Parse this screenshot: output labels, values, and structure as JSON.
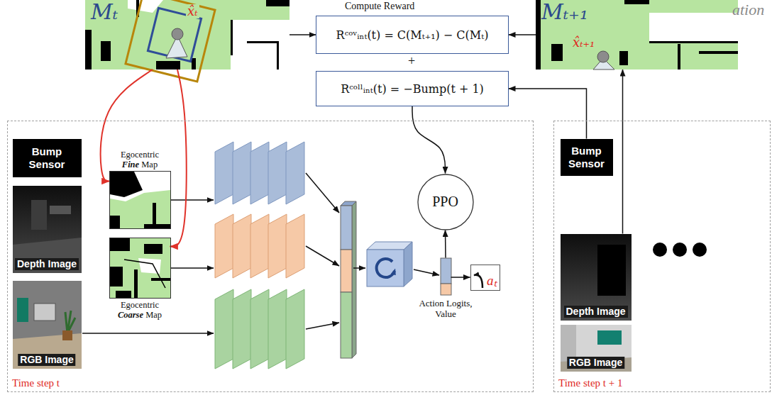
{
  "diagram": {
    "nodes": [
      {
        "text": [
          "Mₜ",
          "x̂ₜ"
        ]
      },
      {
        "text": [
          "Compute Reward",
          "Rᶜᵒᵛᵢₙₜ(t) = C(Mₜ₊₁) − C(Mₜ)"
        ]
      },
      {
        "text": [
          "Rᶜᵒˡˡᵢₙₜ(t) = −Bump(t + 1)"
        ]
      },
      {
        "text": [
          "Mₜ₊₁",
          "x̂ₜ₊₁"
        ]
      },
      {
        "text": [
          "Time step t"
        ]
      },
      {
        "text": [
          "Bump Sensor"
        ],
        "in": 4
      },
      {
        "text": [
          "Depth Image"
        ],
        "in": 4
      },
      {
        "text": [
          "RGB Image"
        ],
        "in": 4
      },
      {
        "text": [
          "Egocentric Fine Map"
        ],
        "in": 4
      },
      {
        "text": [
          "Egocentric Coarse Map"
        ],
        "in": 4
      },
      {
        "text": [
          "PPO"
        ],
        "in": 4
      },
      {
        "text": [
          "Action Logits, Value"
        ],
        "in": 4
      },
      {
        "text": [
          "aₜ"
        ],
        "in": 4
      },
      {
        "text": [
          "Time step t + 1"
        ]
      },
      {
        "text": [
          "Bump Sensor"
        ],
        "in": 13
      },
      {
        "text": [
          "Depth Image"
        ],
        "in": 13
      },
      {
        "text": [
          "RGB Image"
        ],
        "in": 13
      }
    ],
    "edges": [
      {
        "from": 0,
        "to": 1,
        "arrow": "to"
      },
      {
        "from": 3,
        "to": 1,
        "arrow": "to"
      },
      {
        "from": 2,
        "to": 10,
        "arrow": "to"
      },
      {
        "from": 14,
        "to": 2,
        "arrow": "to"
      },
      {
        "from": 15,
        "to": 3,
        "arrow": "to"
      },
      {
        "from": 0,
        "to": 8,
        "arrow": "to"
      },
      {
        "from": 0,
        "to": 9,
        "arrow": "to"
      },
      {
        "from": 11,
        "to": 12,
        "arrow": "to"
      },
      {
        "from": 11,
        "to": 10,
        "arrow": "to"
      }
    ],
    "labels": [
      "+",
      "ation"
    ]
  }
}
